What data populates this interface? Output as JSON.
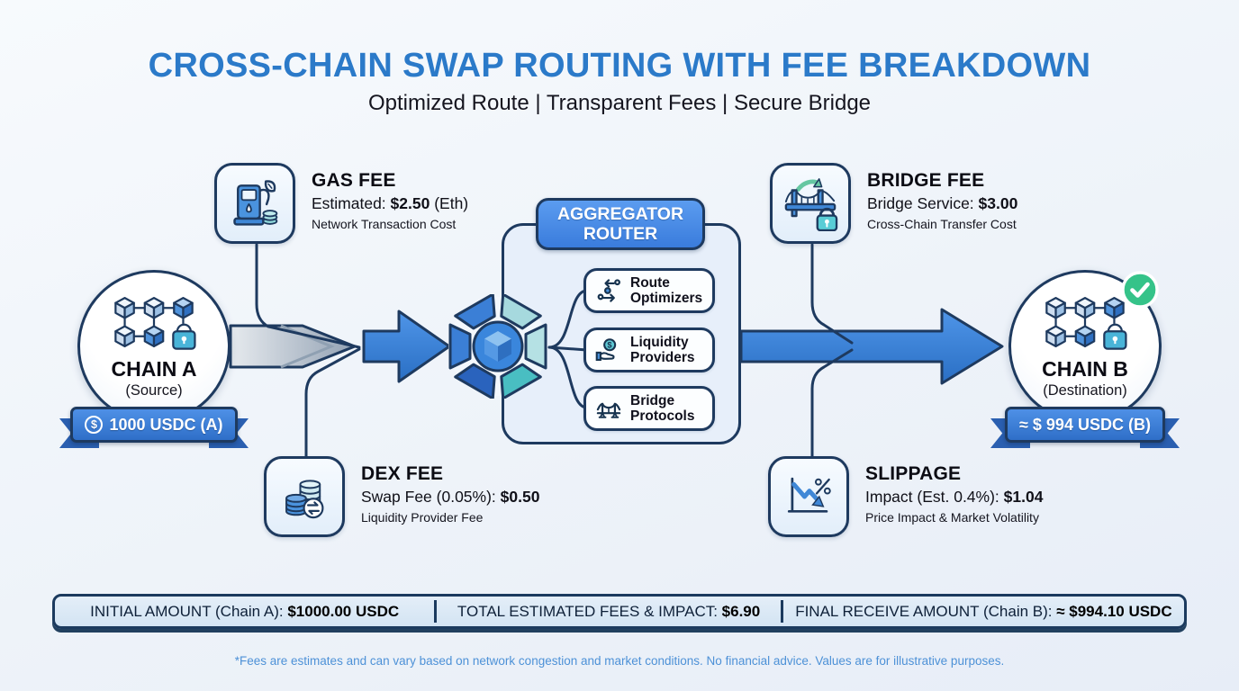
{
  "header": {
    "title": "CROSS-CHAIN SWAP ROUTING WITH FEE BREAKDOWN",
    "subtitle": "Optimized Route | Transparent Fees | Secure Bridge"
  },
  "chain_a": {
    "name": "CHAIN A",
    "role": "(Source)",
    "badge_symbol": "$",
    "badge_text": "1000 USDC (A)"
  },
  "chain_b": {
    "name": "CHAIN B",
    "role": "(Destination)",
    "badge_text": "≈ $ 994 USDC (B)"
  },
  "fees": {
    "gas": {
      "title": "GAS FEE",
      "label": "Estimated: ",
      "value": "$2.50",
      "suffix": " (Eth)",
      "note": "Network Transaction Cost",
      "icon": "gas-pump-icon"
    },
    "bridge": {
      "title": "BRIDGE FEE",
      "label": "Bridge Service: ",
      "value": "$3.00",
      "suffix": "",
      "note": "Cross-Chain Transfer Cost",
      "icon": "bridge-lock-icon"
    },
    "dex": {
      "title": "DEX FEE",
      "label": "Swap Fee (0.05%): ",
      "value": "$0.50",
      "suffix": "",
      "note": "Liquidity Provider Fee",
      "icon": "coins-swap-icon"
    },
    "slippage": {
      "title": "SLIPPAGE",
      "label": "Impact (Est. 0.4%): ",
      "value": "$1.04",
      "suffix": "",
      "note": "Price Impact & Market Volatility",
      "icon": "chart-down-icon"
    }
  },
  "aggregator": {
    "title_line1": "AGGREGATOR",
    "title_line2": "ROUTER",
    "items": [
      {
        "line1": "Route",
        "line2": "Optimizers",
        "icon": "route-icon"
      },
      {
        "line1": "Liquidity",
        "line2": "Providers",
        "icon": "hand-coin-icon"
      },
      {
        "line1": "Bridge",
        "line2": "Protocols",
        "icon": "bridge-icon"
      }
    ]
  },
  "summary": {
    "segments": [
      {
        "label": "INITIAL AMOUNT (Chain A): ",
        "value": "$1000.00 USDC"
      },
      {
        "label": "TOTAL ESTIMATED FEES & IMPACT: ",
        "value": "$6.90"
      },
      {
        "label": "FINAL RECEIVE AMOUNT (Chain B): ",
        "value": "≈ $994.10 USDC"
      }
    ]
  },
  "footer": {
    "disclaimer": "*Fees are estimates and can vary based on network congestion and market conditions. No financial advice. Values are for illustrative purposes."
  },
  "colors": {
    "title_blue": "#2b7ac9",
    "outline_navy": "#1e3a5f",
    "arrow_blue": "#2f7ccc",
    "ribbon_blue": "#3273cc",
    "teal": "#4cc0c4",
    "success_green": "#35c389",
    "footer_blue": "#4d91d7"
  }
}
